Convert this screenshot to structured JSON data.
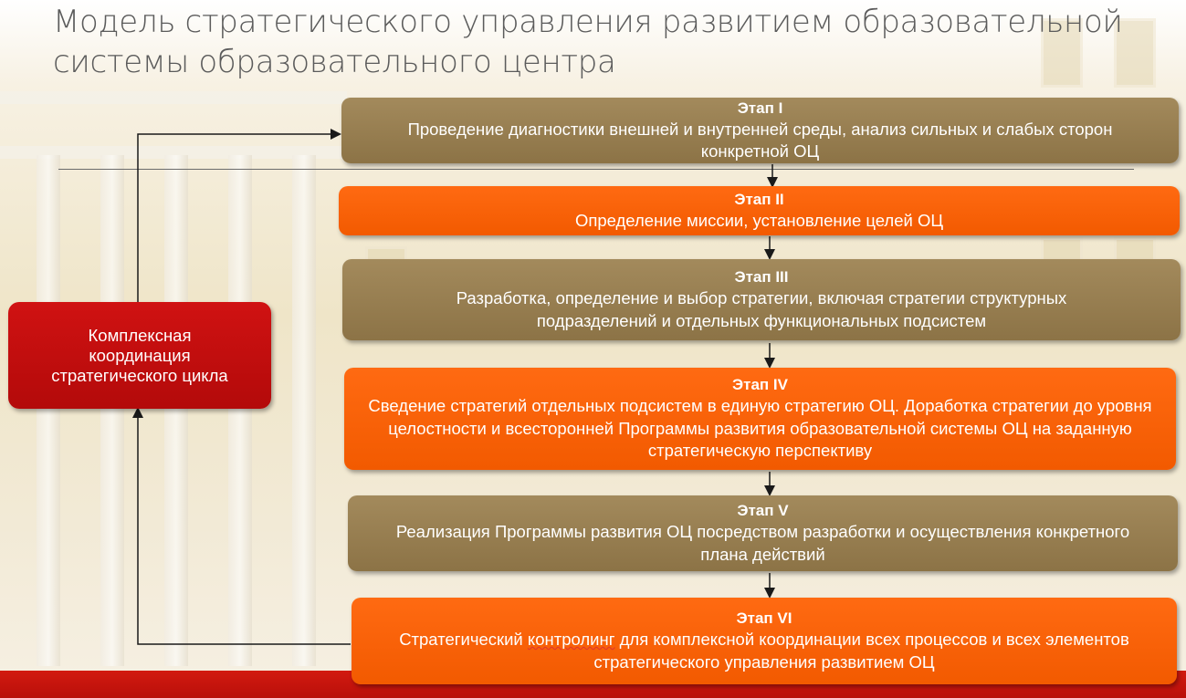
{
  "title": "Модель стратегического управления развитием образовательной системы образовательного центра",
  "coordination": "Комплексная координация стратегического цикла",
  "stages": [
    {
      "heading": "Этап I",
      "text": "Проведение диагностики внешней и внутренней среды, анализ сильных и слабых сторон конкретной ОЦ"
    },
    {
      "heading": "Этап II",
      "text": "Определение миссии, установление целей ОЦ"
    },
    {
      "heading": "Этап III",
      "text": "Разработка, определение и выбор стратегии, включая стратегии структурных подразделений и отдельных функциональных подсистем"
    },
    {
      "heading": "Этап IV",
      "text": "Сведение стратегий отдельных подсистем в единую стратегию ОЦ. Доработка стратегии до уровня целостности и всесторонней Программы развития образовательной системы ОЦ на заданную стратегическую перспективу"
    },
    {
      "heading": "Этап V",
      "text": "Реализация Программы развития ОЦ посредством разработки и осуществления конкретного плана действий"
    },
    {
      "heading": "Этап VI",
      "text_a": "Стратегический ",
      "text_b": "контролинг",
      "text_c": " для комплексной координации всех процессов и всех элементов стратегического управления развитием ОЦ"
    }
  ],
  "colors": {
    "brown": "#97804f",
    "orange": "#f8620a",
    "red": "#c20e0e",
    "title": "#5b5b5b"
  }
}
